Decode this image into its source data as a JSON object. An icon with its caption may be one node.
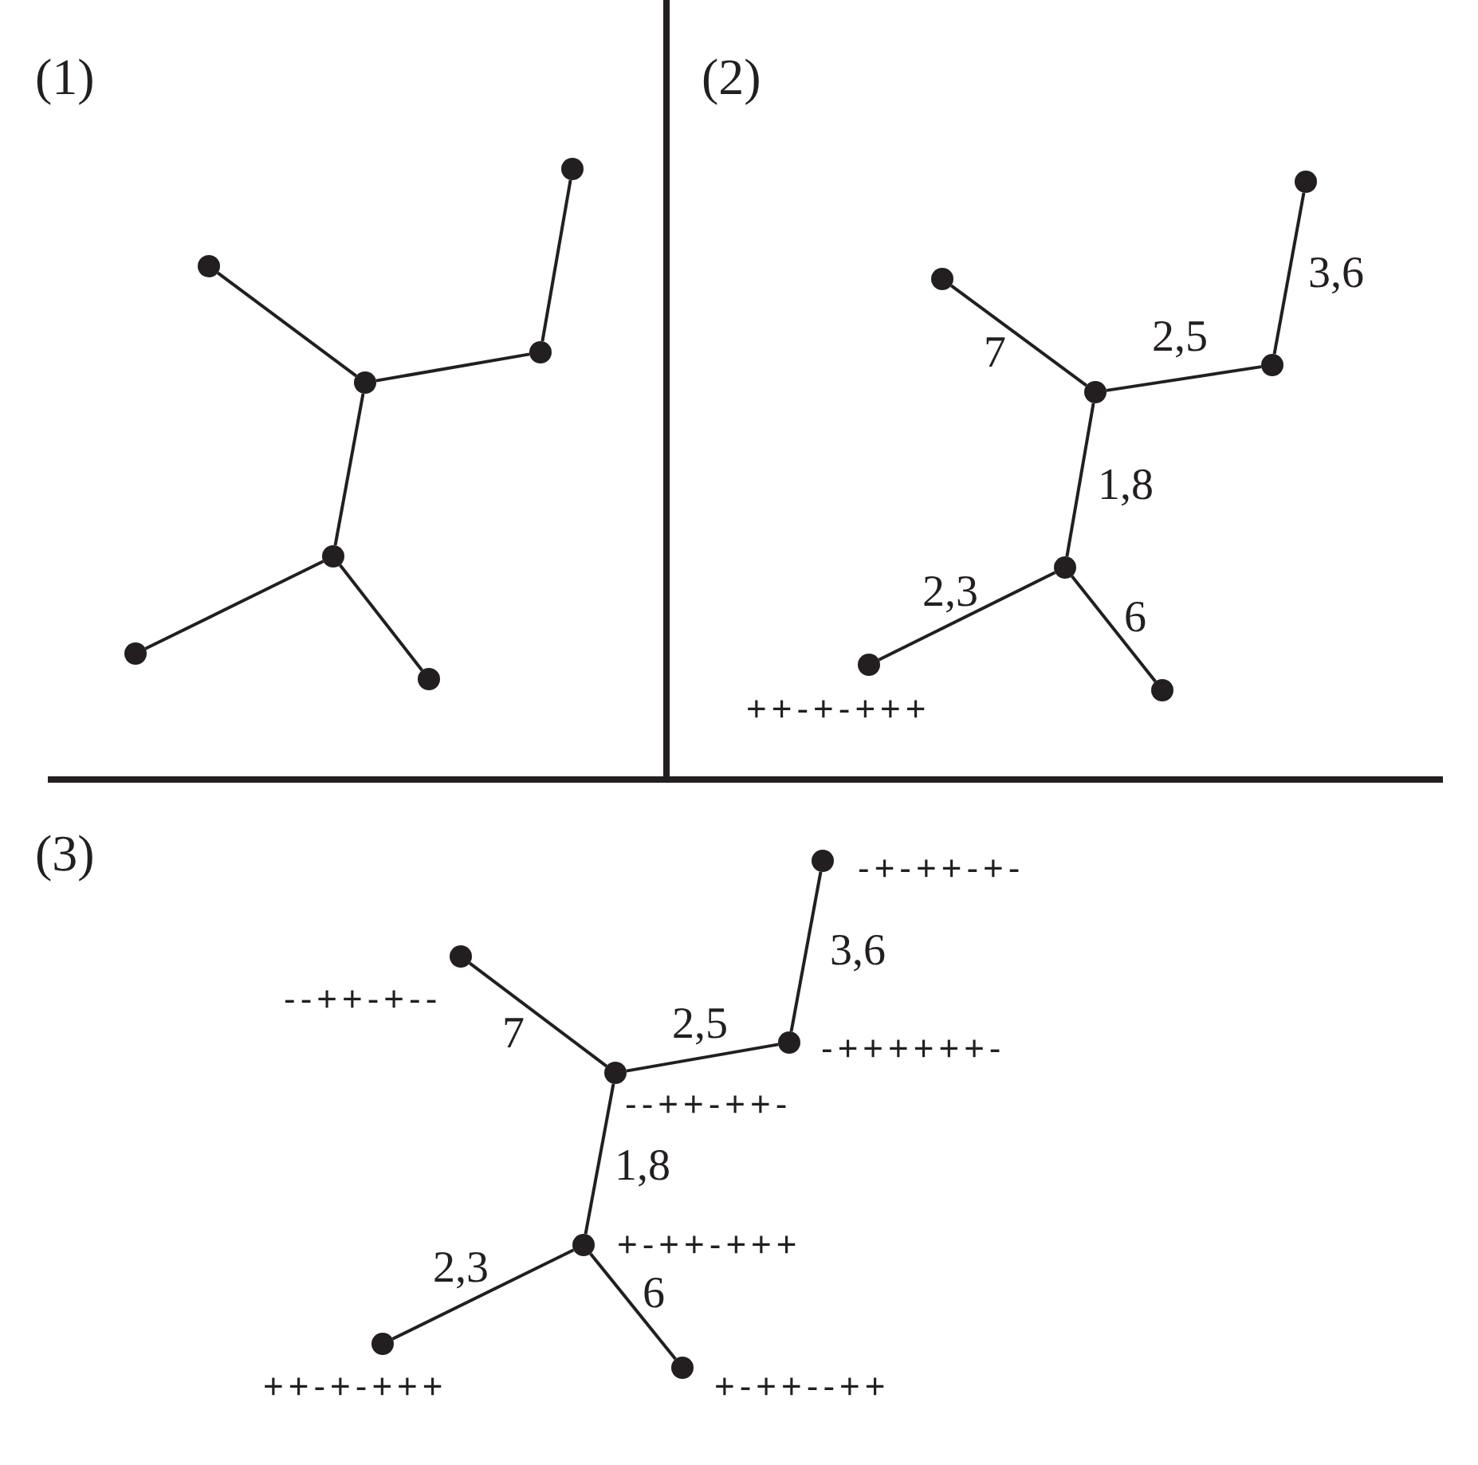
{
  "diagram": {
    "nodes": [
      {
        "text": [],
        "shape": "circle"
      },
      {
        "text": [],
        "shape": "circle"
      },
      {
        "text": [],
        "shape": "circle"
      },
      {
        "text": [],
        "shape": "circle"
      },
      {
        "text": [],
        "shape": "circle"
      },
      {
        "text": [],
        "shape": "circle"
      },
      {
        "text": [],
        "shape": "circle"
      },
      {
        "text": [],
        "shape": "circle"
      },
      {
        "text": [],
        "shape": "circle"
      },
      {
        "text": [],
        "shape": "circle"
      },
      {
        "text": [],
        "shape": "circle"
      },
      {
        "text": [],
        "shape": "circle"
      },
      {
        "text": [],
        "shape": "circle",
        "beside": [
          "++-+-+++"
        ]
      },
      {
        "text": [],
        "shape": "circle"
      },
      {
        "text": [],
        "shape": "circle",
        "beside": [
          "-+-++-+-"
        ]
      },
      {
        "text": [],
        "shape": "circle",
        "beside": [
          "--++-+--"
        ]
      },
      {
        "text": [],
        "shape": "circle",
        "beside": [
          "-++++++-"
        ]
      },
      {
        "text": [],
        "shape": "circle",
        "beside": [
          "--++-++-"
        ]
      },
      {
        "text": [],
        "shape": "circle",
        "beside": [
          "+-++-+++"
        ]
      },
      {
        "text": [],
        "shape": "circle",
        "beside": [
          "++-+-+++"
        ]
      },
      {
        "text": [],
        "shape": "circle",
        "beside": [
          "+-++--++"
        ]
      }
    ],
    "edges": [
      {
        "from": 1,
        "to": 3,
        "arrow": "none"
      },
      {
        "from": 3,
        "to": 2,
        "arrow": "none"
      },
      {
        "from": 2,
        "to": 0,
        "arrow": "none"
      },
      {
        "from": 3,
        "to": 4,
        "arrow": "none"
      },
      {
        "from": 4,
        "to": 5,
        "arrow": "none"
      },
      {
        "from": 4,
        "to": 6,
        "arrow": "none"
      },
      {
        "from": 8,
        "to": 10,
        "arrow": "none",
        "label": "7"
      },
      {
        "from": 10,
        "to": 9,
        "arrow": "none",
        "label": "2,5"
      },
      {
        "from": 9,
        "to": 7,
        "arrow": "none",
        "label": "3,6"
      },
      {
        "from": 10,
        "to": 11,
        "arrow": "none",
        "label": "1,8"
      },
      {
        "from": 11,
        "to": 12,
        "arrow": "none",
        "label": "2,3"
      },
      {
        "from": 11,
        "to": 13,
        "arrow": "none",
        "label": "6"
      },
      {
        "from": 15,
        "to": 17,
        "arrow": "none",
        "label": "7"
      },
      {
        "from": 17,
        "to": 16,
        "arrow": "none",
        "label": "2,5"
      },
      {
        "from": 16,
        "to": 14,
        "arrow": "none",
        "label": "3,6"
      },
      {
        "from": 17,
        "to": 18,
        "arrow": "none",
        "label": "1,8"
      },
      {
        "from": 18,
        "to": 19,
        "arrow": "none",
        "label": "2,3"
      },
      {
        "from": 18,
        "to": 20,
        "arrow": "none",
        "label": "6"
      }
    ],
    "labels": [
      "(1)",
      "(2)",
      "(3)"
    ]
  }
}
